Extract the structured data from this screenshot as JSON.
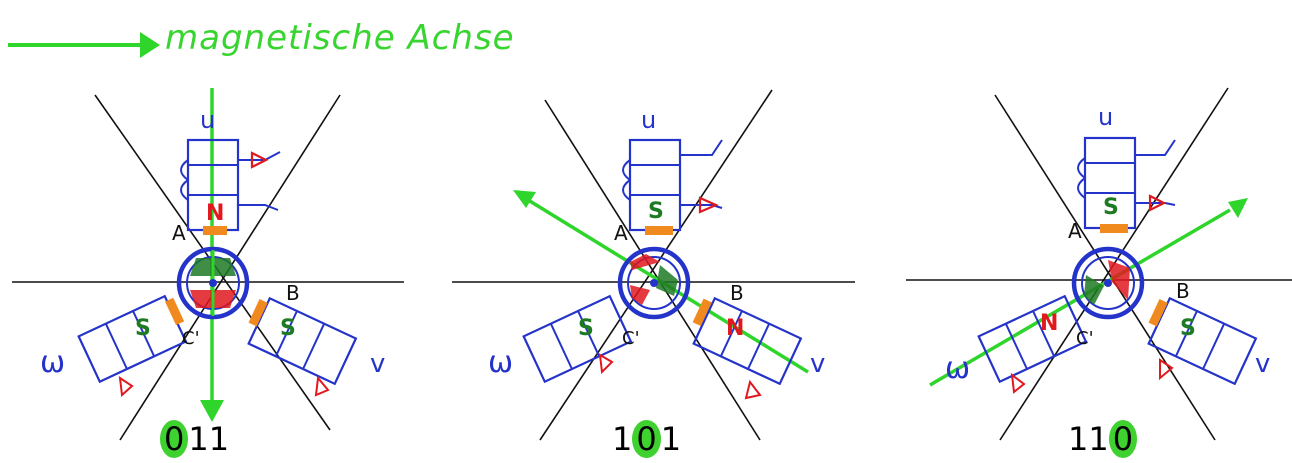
{
  "header": {
    "axis_label": "magnetische Achse"
  },
  "colors": {
    "blue": "#2433c9",
    "green": "#2fd52a",
    "red": "#e1181d",
    "dark_green": "#1f7a24",
    "orange": "#f08a1e",
    "black": "#000000"
  },
  "diagrams": [
    {
      "code_parts": [
        "0",
        "1",
        "1"
      ],
      "code_highlight_index": 0,
      "poles": {
        "U": "N",
        "V": "S",
        "W": "S"
      },
      "labels": {
        "u": "u",
        "v": "v",
        "w": "ω",
        "A": "A",
        "B": "B",
        "C": "C'"
      }
    },
    {
      "code_parts": [
        "1",
        "0",
        "1"
      ],
      "code_highlight_index": 1,
      "poles": {
        "U": "S",
        "V": "N",
        "W": "S"
      },
      "labels": {
        "u": "u",
        "v": "v",
        "w": "ω",
        "A": "A",
        "B": "B",
        "C": "C'"
      }
    },
    {
      "code_parts": [
        "1",
        "1",
        "0"
      ],
      "code_highlight_index": 2,
      "poles": {
        "U": "S",
        "V": "S",
        "W": "N"
      },
      "labels": {
        "u": "u",
        "v": "v",
        "w": "ω",
        "A": "A",
        "B": "B",
        "C": "C'"
      }
    }
  ]
}
